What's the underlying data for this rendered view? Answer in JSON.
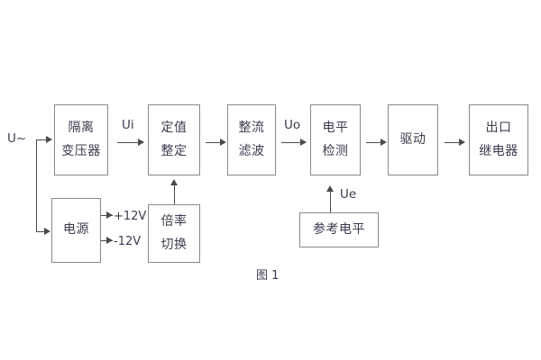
{
  "diagram": {
    "caption": "图 1",
    "blocks": [
      {
        "id": "isolation-transformer",
        "lines": [
          "隔离",
          "变压器"
        ]
      },
      {
        "id": "setting-value",
        "lines": [
          "定值",
          "整定"
        ]
      },
      {
        "id": "rectify-filter",
        "lines": [
          "整流",
          "滤波"
        ]
      },
      {
        "id": "level-detect",
        "lines": [
          "电平",
          "检测"
        ]
      },
      {
        "id": "drive",
        "lines": [
          "驱动"
        ]
      },
      {
        "id": "output-relay",
        "lines": [
          "出口",
          "继电器"
        ]
      },
      {
        "id": "power-supply",
        "lines": [
          "电源"
        ]
      },
      {
        "id": "multiplier-switch",
        "lines": [
          "倍率",
          "切换"
        ]
      },
      {
        "id": "reference-level",
        "lines": [
          "参考电平"
        ]
      }
    ],
    "signals": {
      "input": "U~",
      "ui": "Ui",
      "uo": "Uo",
      "ue": "Ue",
      "rail_positive": "+12V",
      "rail_negative": "-12V"
    }
  }
}
